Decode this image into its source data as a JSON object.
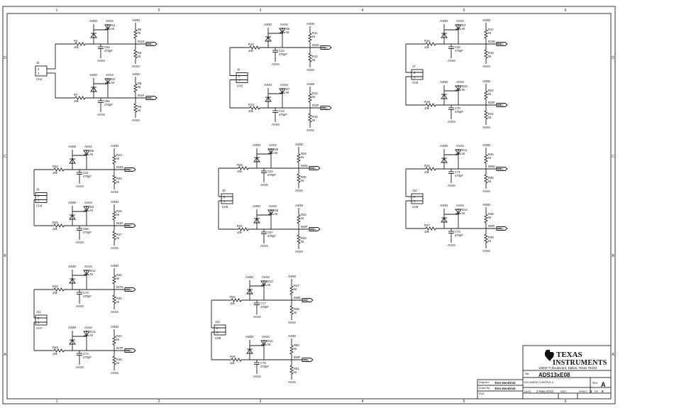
{
  "border": {
    "columns": [
      "1",
      "2",
      "3",
      "4",
      "5",
      "6"
    ],
    "rows": [
      "D",
      "C",
      "B",
      "A"
    ]
  },
  "nets": {
    "vplus": "AVDD",
    "vminus": "AVSS",
    "nl": "NI",
    "rval": "10k",
    "cval": "470pF",
    "conn_pins": [
      "2",
      "1"
    ]
  },
  "channels": [
    {
      "conn": "J5",
      "ch": "CH1",
      "top": {
        "r": "R4",
        "d1": "D1",
        "c": "C64",
        "r1": "R5",
        "r2": "R6",
        "net": "IN1N",
        "port": "PG1",
        "rs": "R4"
      },
      "bot": {
        "d1": "D2",
        "c": "C65",
        "r1": "R8",
        "r2": "R9",
        "net": "IN1P",
        "port": "PG1",
        "rs": "R7"
      }
    },
    {
      "conn": "J6",
      "ch": "CH2",
      "top": {
        "d1": "D6",
        "c": "C22",
        "r1": "R11",
        "r2": "R12",
        "net": "IN2N",
        "port": "PG1",
        "rs": "R10"
      },
      "bot": {
        "d1": "D7",
        "c": "C23",
        "r1": "R14",
        "r2": "R15",
        "net": "IN2P",
        "port": "PG1",
        "rs": "R13"
      }
    },
    {
      "conn": "J7",
      "ch": "CH3",
      "top": {
        "d1": "D4",
        "c": "C20",
        "r1": "R17",
        "r2": "R18",
        "net": "IN3N",
        "port": "PG1",
        "rs": "R16"
      },
      "bot": {
        "d1": "D10",
        "c": "C70",
        "r1": "R20",
        "r2": "R21",
        "net": "IN3P",
        "port": "PG1",
        "rs": "R19"
      }
    },
    {
      "conn": "J8",
      "ch": "CH4",
      "top": {
        "d1": "D5",
        "c": "C21",
        "r1": "R23",
        "r2": "R24",
        "net": "IN4N",
        "port": "PG1",
        "rs": "R22"
      },
      "bot": {
        "d1": "D3",
        "c": "C66",
        "r1": "R26",
        "r2": "R27",
        "net": "IN4P",
        "port": "PG1",
        "rs": "R25"
      }
    },
    {
      "conn": "J9",
      "ch": "CH5",
      "top": {
        "d1": "D8",
        "c": "C24",
        "r1": "R29",
        "r2": "R30",
        "net": "IN5N",
        "port": "PG1",
        "rs": "R28"
      },
      "bot": {
        "d1": "D9",
        "c": "C67",
        "r1": "R32",
        "r2": "R33",
        "net": "IN5P",
        "port": "PG1",
        "rs": "R31"
      }
    },
    {
      "conn": "J10",
      "ch": "CH6",
      "top": {
        "d1": "D11",
        "c": "C71",
        "r1": "R35",
        "r2": "R36",
        "net": "IN6N",
        "port": "PG1",
        "rs": "R34"
      },
      "bot": {
        "d1": "D14",
        "c": "C73",
        "r1": "R38",
        "r2": "R39",
        "net": "IN6P",
        "port": "PG1",
        "rs": "R37"
      }
    },
    {
      "conn": "J11",
      "ch": "CH7",
      "top": {
        "d1": "D12",
        "c": "C72",
        "r1": "R41",
        "r2": "R42",
        "net": "IN7N",
        "port": "PG1",
        "rs": "R40"
      },
      "bot": {
        "d1": "D15",
        "c": "C74",
        "r1": "R44",
        "r2": "R45",
        "net": "IN7P",
        "port": "PG1",
        "rs": "R43"
      }
    },
    {
      "conn": "J12",
      "ch": "CH8",
      "top": {
        "d1": "D13",
        "c": "C77",
        "r1": "R47",
        "r2": "R48",
        "net": "IN8N",
        "port": "PG1",
        "rs": "R46"
      },
      "bot": {
        "d1": "D16",
        "c": "C78",
        "r1": "R50",
        "r2": "R51",
        "net": "IN8P",
        "port": "PG1",
        "rs": "R49"
      }
    }
  ],
  "title_block": {
    "company_line1": "TEXAS",
    "company_line2": "INSTRUMENTS",
    "address": "12500 TI Boulevard, Dallas, Texas 75243",
    "title_label": "Title:",
    "title": "ADS13xE08",
    "doc_control_label": "DOCUMENT CONTROL #",
    "rev_label": "REV:",
    "rev": "A",
    "engineer_label": "Engineer:",
    "engineer": "Tom Hendrick",
    "drawn_label": "Drawn By:",
    "drawn": "Tom Hendrick",
    "file_label": "FILE:",
    "date_label": "DATE:",
    "date": "2-May-2012",
    "size_label": "SIZE:",
    "sheet_label": "SHEET:",
    "sheet": "1",
    "of_label": "OF:",
    "of": "5"
  }
}
